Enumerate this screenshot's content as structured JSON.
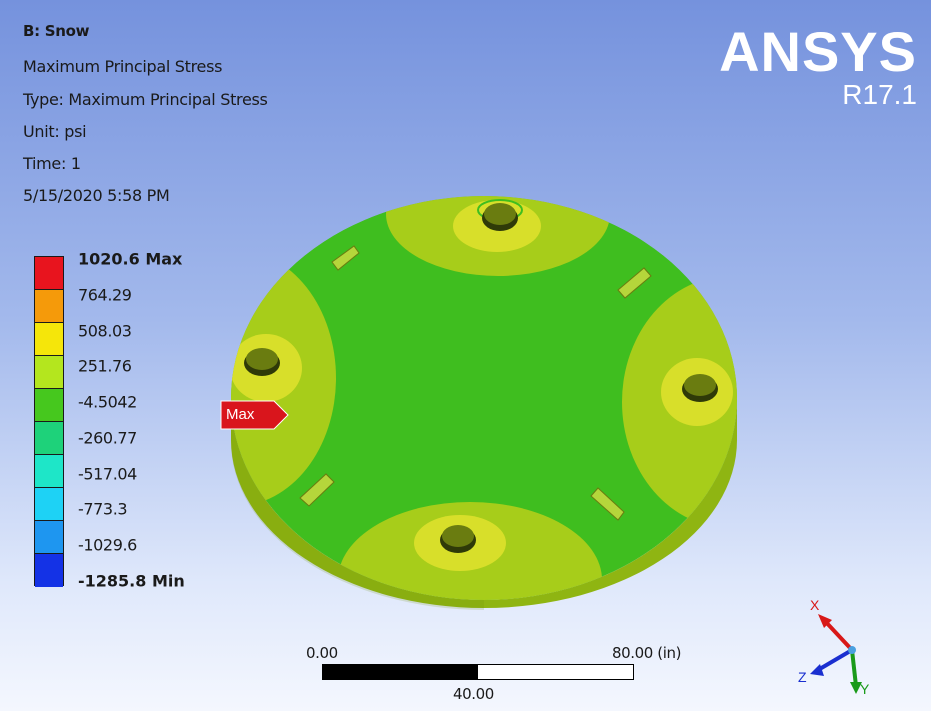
{
  "info": {
    "title": "B: Snow",
    "result_name": "Maximum Principal Stress",
    "type_line": "Type: Maximum Principal Stress",
    "unit_line": "Unit: psi",
    "time_line": "Time: 1",
    "date_line": "5/15/2020 5:58 PM"
  },
  "brand": {
    "name": "ANSYS",
    "release": "R17.1"
  },
  "legend": {
    "colors": [
      "#e8141e",
      "#f59a0a",
      "#f5e60a",
      "#b4e61e",
      "#46c81e",
      "#1ed27a",
      "#1ee6c8",
      "#1ed2f5",
      "#1e96f0",
      "#1432e6"
    ],
    "labels": [
      {
        "text": "1020.6 Max",
        "bold": true
      },
      {
        "text": "764.29",
        "bold": false
      },
      {
        "text": "508.03",
        "bold": false
      },
      {
        "text": "251.76",
        "bold": false
      },
      {
        "text": "-4.5042",
        "bold": false
      },
      {
        "text": "-260.77",
        "bold": false
      },
      {
        "text": "-517.04",
        "bold": false
      },
      {
        "text": "-773.3",
        "bold": false
      },
      {
        "text": "-1029.6",
        "bold": false
      },
      {
        "text": "-1285.8 Min",
        "bold": true
      }
    ]
  },
  "probe": {
    "label": "Max",
    "color": "#d9151c"
  },
  "model_colors": {
    "base": "#3fbe1f",
    "rim_top": "#a7cd1a",
    "rim_side": "#8fb512",
    "rim_dark": "#6e8f0c",
    "hot_outer": "#b5d63b",
    "hot_inner": "#d8df2a",
    "bolt": "#6a7c10"
  },
  "scale_bar": {
    "left_label": "0.00",
    "right_label": "80.00 (in)",
    "mid_label": "40.00"
  },
  "triad": {
    "x_label": "X",
    "y_label": "Y",
    "z_label": "Z",
    "x_color": "#d81818",
    "y_color": "#1a9a1a",
    "z_color": "#1a2fd0"
  }
}
